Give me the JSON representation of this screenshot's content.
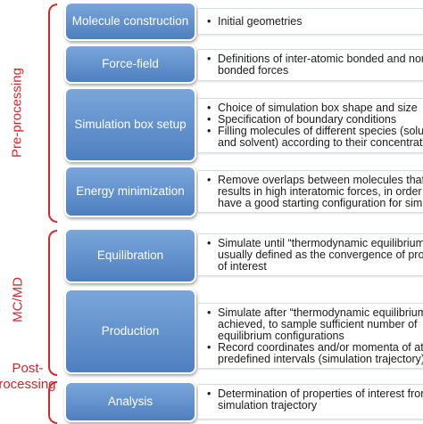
{
  "phases": [
    {
      "id": "pre",
      "label": "Pre-processing"
    },
    {
      "id": "mcmd",
      "label": "MC/MD"
    },
    {
      "id": "post",
      "line1": "Post-",
      "line2": "processing"
    }
  ],
  "steps": [
    {
      "title": "Molecule construction",
      "bullets": [
        "Initial geometries"
      ]
    },
    {
      "title": "Force-field",
      "bullets": [
        "Definitions of inter-atomic bonded and non-",
        "bonded forces"
      ]
    },
    {
      "title": "Simulation box setup",
      "bullets": [
        "Choice of simulation box shape and size",
        "Specification of boundary conditions",
        "Filling molecules of different species (solutes",
        "and solvent) according to their concentrations"
      ]
    },
    {
      "title": "Energy minimization",
      "bullets": [
        "Remove overlaps between molecules that",
        "results in high interatomic forces, in order to",
        "have a good starting configuration for simulation"
      ]
    },
    {
      "title": "Equilibration",
      "bullets": [
        "Simulate until “thermodynamic equilibrium”,",
        "usually defined as the convergence of properties",
        "of interest"
      ]
    },
    {
      "title": "Production",
      "bullets": [
        "Simulate after “thermodynamic equilibrium” is",
        "achieved, to sample sufficient number of",
        "equilibrium configurations",
        "Record coordinates and/or momenta of atoms at",
        "predefined intervals (simulation trajectory)"
      ]
    },
    {
      "title": "Analysis",
      "bullets": [
        "Determination of properties of interest from",
        "simulation trajectory"
      ]
    }
  ]
}
